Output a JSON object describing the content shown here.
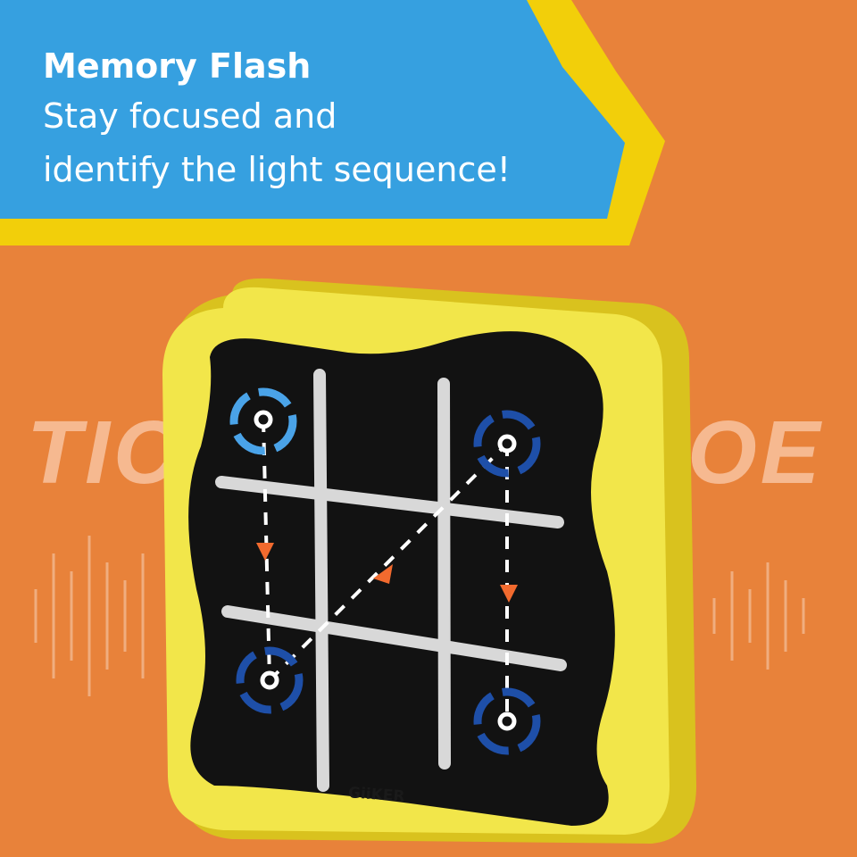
{
  "banner": {
    "title": "Memory Flash",
    "line1": "Stay focused and",
    "line2": "identify the light sequence!"
  },
  "background_text": {
    "left": "TIC",
    "right": "OE"
  },
  "device": {
    "brand": "GiiKER"
  },
  "colors": {
    "background": "#E8823A",
    "banner": "#36A0E0",
    "banner_border": "#F2CF0A",
    "device_shell": "#F0E040",
    "face": "#111111",
    "ring_light": "#4AA3E8",
    "ring_dark": "#1E4FA8",
    "arrow": "#F26A2E"
  }
}
